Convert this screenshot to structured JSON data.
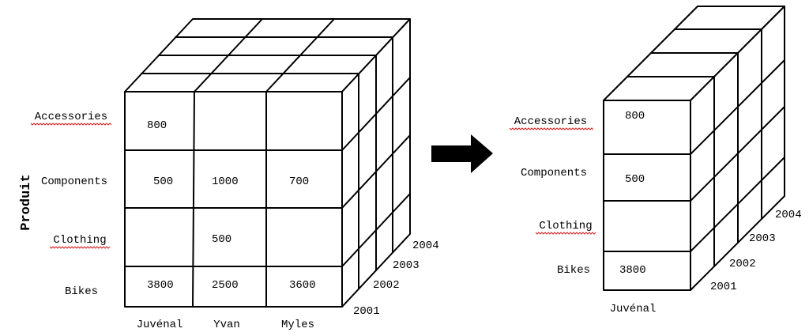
{
  "left_cube": {
    "y_axis_label": "Produit",
    "rows": [
      "Accessories",
      "Components",
      "Clothing",
      "Bikes"
    ],
    "columns": [
      "Juvénal",
      "Yvan",
      "Myles"
    ],
    "years": [
      "2001",
      "2002",
      "2003",
      "2004"
    ],
    "cells": [
      [
        "800",
        "",
        ""
      ],
      [
        "500",
        "1000",
        "700"
      ],
      [
        "",
        "500",
        ""
      ],
      [
        "3800",
        "2500",
        "3600"
      ]
    ]
  },
  "right_cube": {
    "rows": [
      "Accessories",
      "Components",
      "Clothing",
      "Bikes"
    ],
    "column": "Juvénal",
    "years": [
      "2001",
      "2002",
      "2003",
      "2004"
    ],
    "cells": [
      "800",
      "500",
      "",
      "3800"
    ]
  },
  "arrow": {
    "icon": "right-arrow-icon",
    "color": "#000000"
  }
}
